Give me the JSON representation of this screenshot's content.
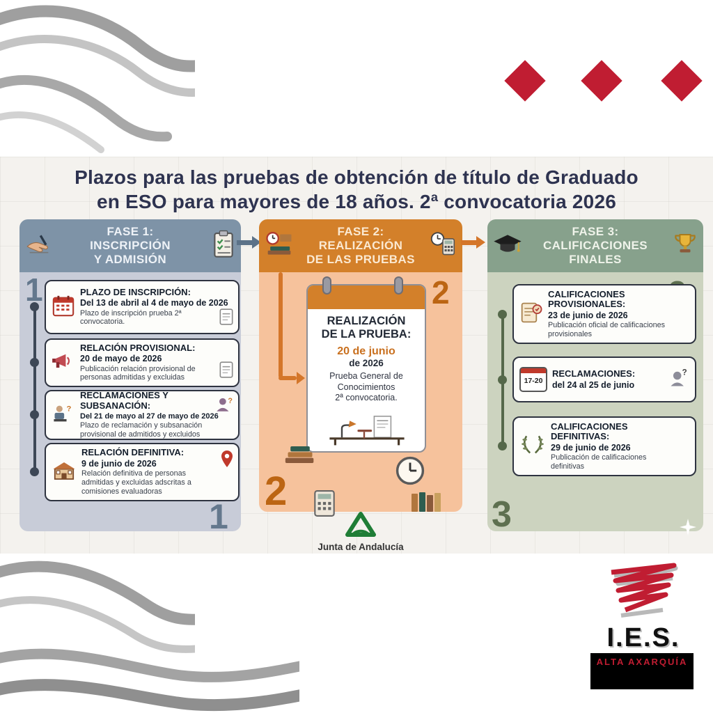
{
  "title": {
    "line1": "Plazos para las pruebas de obtención de título de Graduado",
    "line2": "en ESO para mayores de 18 años. 2ª convocatoria 2026"
  },
  "phase1": {
    "number": "1",
    "header": [
      "FASE 1:",
      "INSCRIPCIÓN",
      "Y ADMISIÓN"
    ],
    "cards": [
      {
        "title": "PLAZO DE INSCRIPCIÓN:",
        "date": "Del 13 de abril al 4 de mayo de 2026",
        "desc": "Plazo de inscripción prueba 2ª convocatoria."
      },
      {
        "title": "RELACIÓN PROVISIONAL:",
        "date": "20 de mayo de 2026",
        "desc": "Publicación relación provisional de personas admitidas y excluidas"
      },
      {
        "title": "RECLAMACIONES Y SUBSANACIÓN:",
        "date": "Del 21 de mayo al 27 de mayo de 2026",
        "desc": "Plazo de reclamación y subsanación provisional de admitidos y excluidos"
      },
      {
        "title": "RELACIÓN DEFINITIVA:",
        "date": "9 de junio de 2026",
        "desc": "Relación definitiva de personas admitidas y excluidas adscritas a comisiones evaluadoras"
      }
    ]
  },
  "phase2": {
    "number": "2",
    "header": [
      "FASE 2:",
      "REALIZACIÓN",
      "DE LAS PRUEBAS"
    ],
    "card": {
      "title1": "REALIZACIÓN",
      "title2": "DE LA PRUEBA:",
      "date_highlight": "20 de junio",
      "date_rest": "de 2026",
      "desc1": "Prueba General de",
      "desc2": "Conocimientos",
      "desc3": "2ª convocatoria."
    },
    "brand": "Junta de Andalucía"
  },
  "phase3": {
    "number": "3",
    "header": [
      "FASE 3:",
      "CALIFICACIONES",
      "FINALES"
    ],
    "cards": [
      {
        "title": "CALIFICACIONES PROVISIONALES:",
        "date": "23 de junio de 2026",
        "desc": "Publicación oficial de calificaciones provisionales"
      },
      {
        "title": "RECLAMACIONES:",
        "date": "del 24 al 25 de junio",
        "calendar_label": "17-20"
      },
      {
        "title": "CALIFICACIONES DEFINITIVAS:",
        "date": "29 de junio de 2026",
        "desc": "Publicación de calificaciones definitivas"
      }
    ]
  },
  "footer_logo": {
    "name": "I.E.S.",
    "subtitle": "ALTA AXARQUÍA"
  },
  "colors": {
    "phase1_header": "#7e93a7",
    "phase1_body": "#c8ccd8",
    "phase2_header": "#d3802a",
    "phase2_body": "#f6c29c",
    "phase3_header": "#87a18c",
    "phase3_body": "#ccd3bf",
    "accent_red": "#c01d32",
    "title_text": "#2e3350"
  }
}
